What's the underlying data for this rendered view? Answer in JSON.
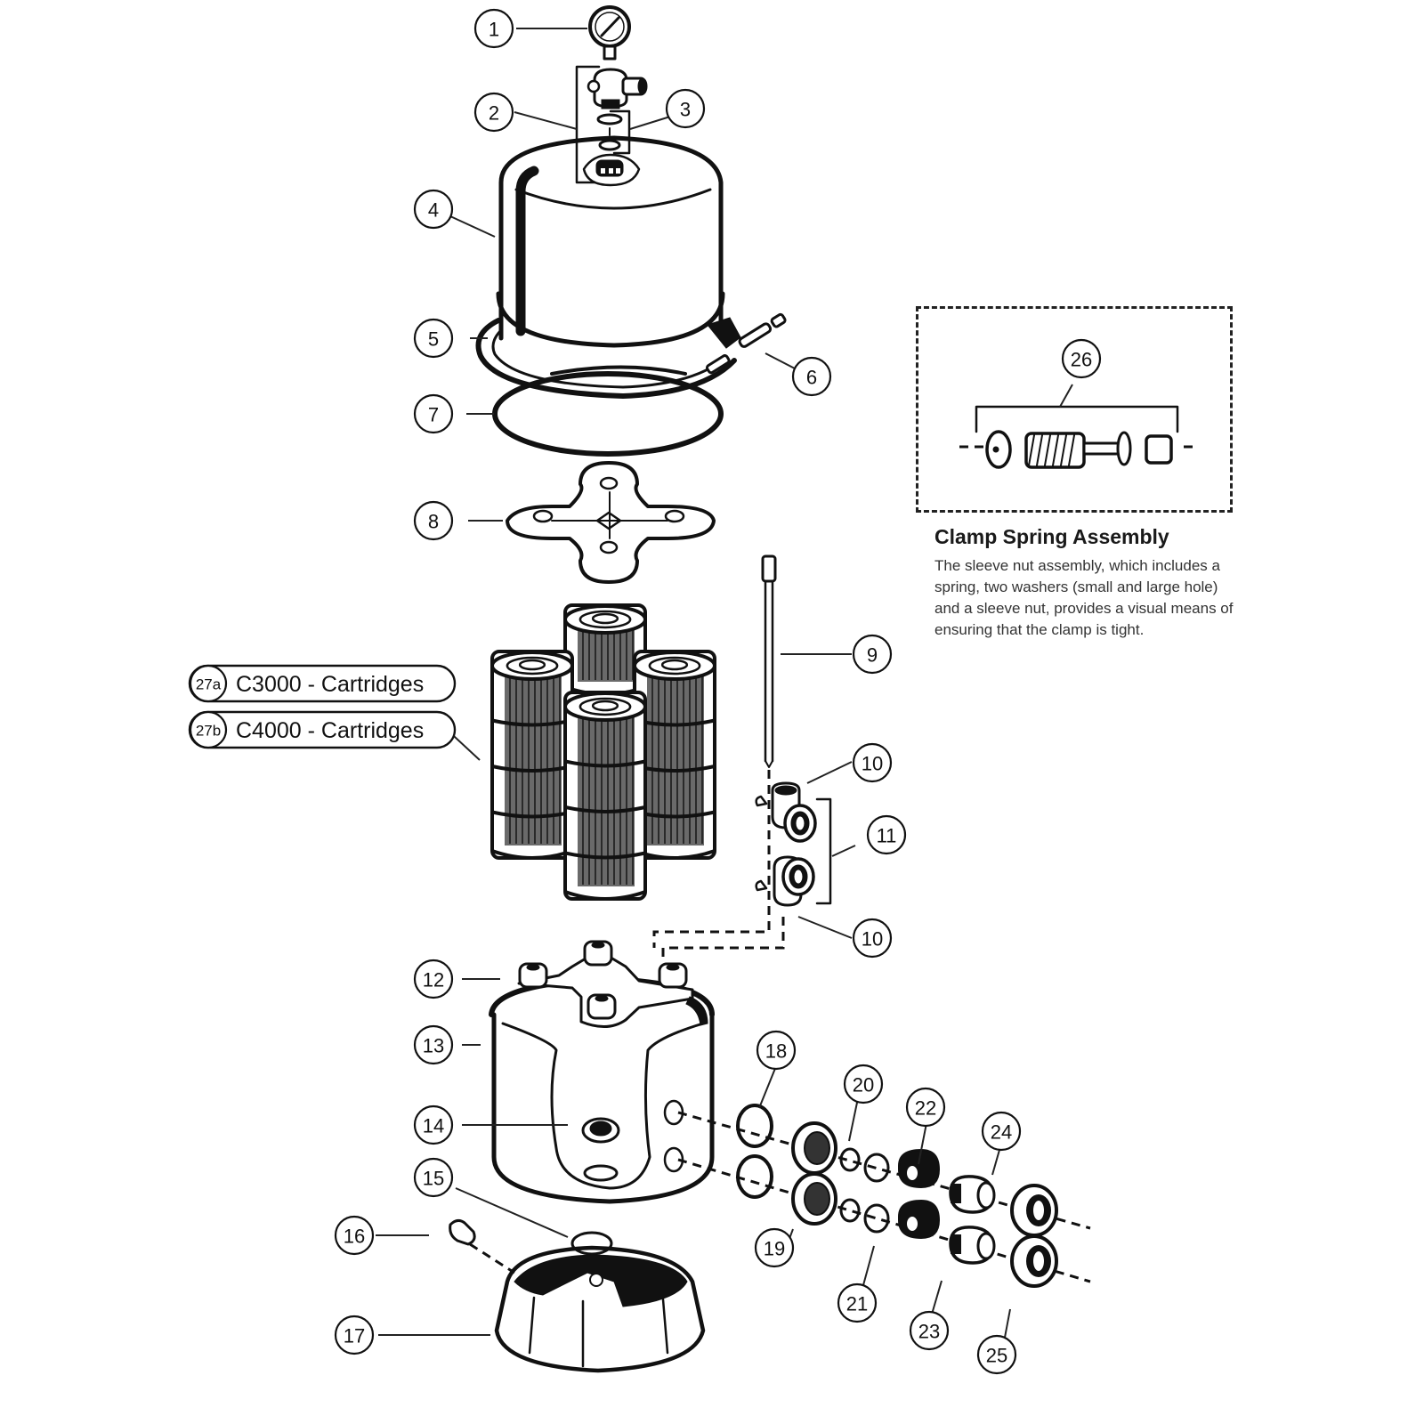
{
  "diagram": {
    "title": "Cartridge Filter Exploded Parts Diagram",
    "callouts": [
      {
        "id": "1",
        "part": "pressure-gauge"
      },
      {
        "id": "2",
        "part": "air-relief-valve-assembly"
      },
      {
        "id": "3",
        "part": "air-relief-washers"
      },
      {
        "id": "4",
        "part": "tank-lid"
      },
      {
        "id": "5",
        "part": "clamp-band"
      },
      {
        "id": "6",
        "part": "clamp-bolt-and-nut"
      },
      {
        "id": "7",
        "part": "tank-o-ring"
      },
      {
        "id": "8",
        "part": "cartridge-retainer-manifold"
      },
      {
        "id": "9",
        "part": "air-bleed-tube"
      },
      {
        "id": "10",
        "part": "elbow-fitting-upper"
      },
      {
        "id": "10",
        "part": "elbow-fitting-lower"
      },
      {
        "id": "11",
        "part": "elbow-assembly"
      },
      {
        "id": "12",
        "part": "cartridge-base-manifold"
      },
      {
        "id": "13",
        "part": "tank-body"
      },
      {
        "id": "14",
        "part": "drain-nut"
      },
      {
        "id": "15",
        "part": "drain-o-ring"
      },
      {
        "id": "16",
        "part": "drain-cap"
      },
      {
        "id": "17",
        "part": "filter-stand"
      },
      {
        "id": "18",
        "part": "bulkhead-o-ring-upper"
      },
      {
        "id": "19",
        "part": "bulkhead-fitting"
      },
      {
        "id": "20",
        "part": "o-ring-upper"
      },
      {
        "id": "21",
        "part": "o-ring-lower"
      },
      {
        "id": "22",
        "part": "adapter-upper"
      },
      {
        "id": "23",
        "part": "adapter-lower"
      },
      {
        "id": "24",
        "part": "union-tailpiece"
      },
      {
        "id": "25",
        "part": "union-nut"
      },
      {
        "id": "26",
        "part": "clamp-spring-assembly"
      }
    ],
    "cartridge_labels": [
      {
        "id": "27a",
        "label": "C3000 - Cartridges"
      },
      {
        "id": "27b",
        "label": "C4000 - Cartridges"
      }
    ]
  },
  "clamp_panel": {
    "title": "Clamp Spring Assembly",
    "description": "The sleeve nut assembly, which includes a spring, two washers (small and large hole) and a sleeve nut, provides a visual means of ensuring that the clamp is tight."
  },
  "colors": {
    "ink": "#111111",
    "background": "#ffffff",
    "body_text": "#333333"
  }
}
